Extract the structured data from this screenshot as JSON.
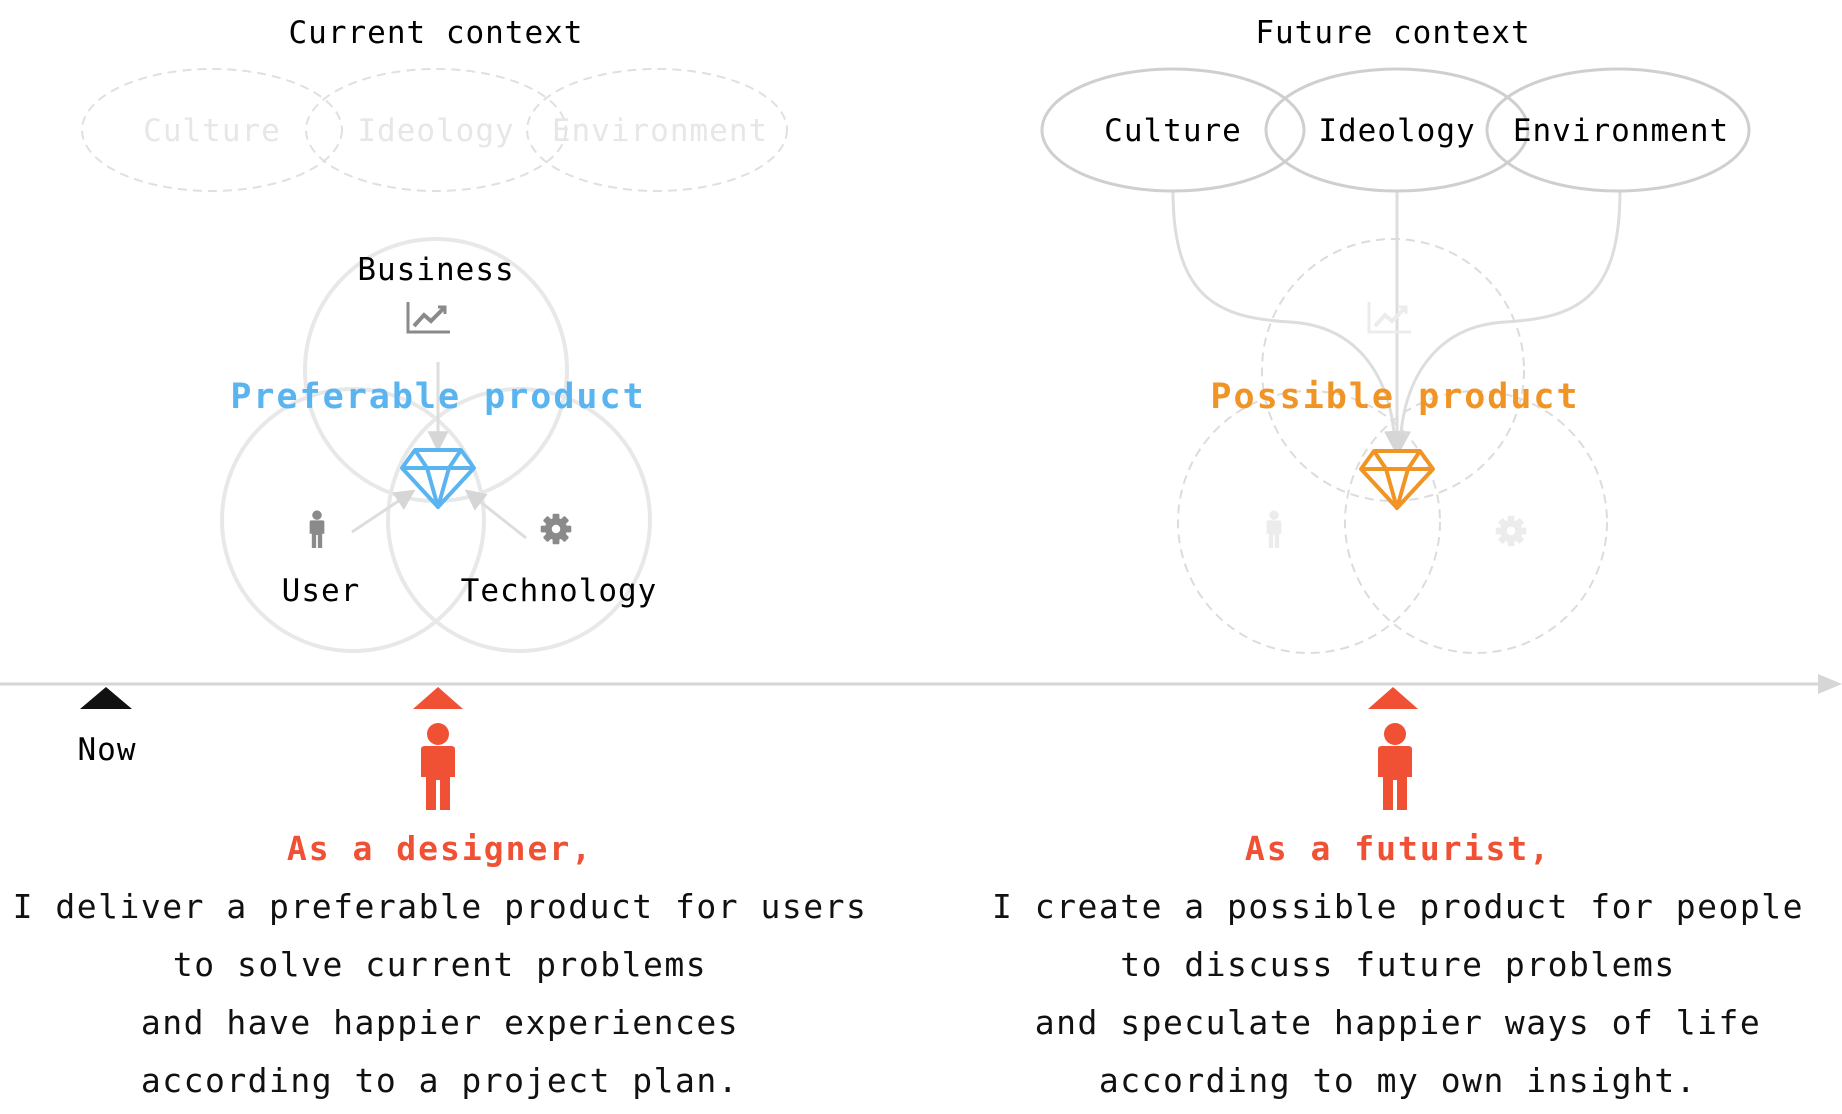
{
  "colors": {
    "preferable": "#5ab4f0",
    "possible": "#f09426",
    "person": "#f05033",
    "icon_gray": "#8a8a8a",
    "icon_faded": "#ececec"
  },
  "left": {
    "context_title": "Current context",
    "context_circles": [
      "Culture",
      "Ideology",
      "Environment"
    ],
    "venn": {
      "top": "Business",
      "left": "User",
      "right": "Technology"
    },
    "product_label": "Preferable product",
    "icons": [
      "chart-icon",
      "user-icon",
      "gear-icon",
      "diamond-icon"
    ]
  },
  "right": {
    "context_title": "Future context",
    "context_circles": [
      "Culture",
      "Ideology",
      "Environment"
    ],
    "product_label": "Possible product",
    "icons": [
      "chart-icon",
      "user-icon",
      "gear-icon",
      "diamond-icon"
    ]
  },
  "timeline": {
    "now_label": "Now"
  },
  "captions": {
    "designer": {
      "heading": "As a designer,",
      "lines": [
        "I deliver a preferable product for users",
        "to solve current problems",
        "and have happier experiences",
        "according to a project plan."
      ]
    },
    "futurist": {
      "heading": "As a futurist,",
      "lines": [
        "I create a possible product for people",
        "to discuss future problems",
        "and speculate happier ways of life",
        "according to my own insight."
      ]
    }
  }
}
